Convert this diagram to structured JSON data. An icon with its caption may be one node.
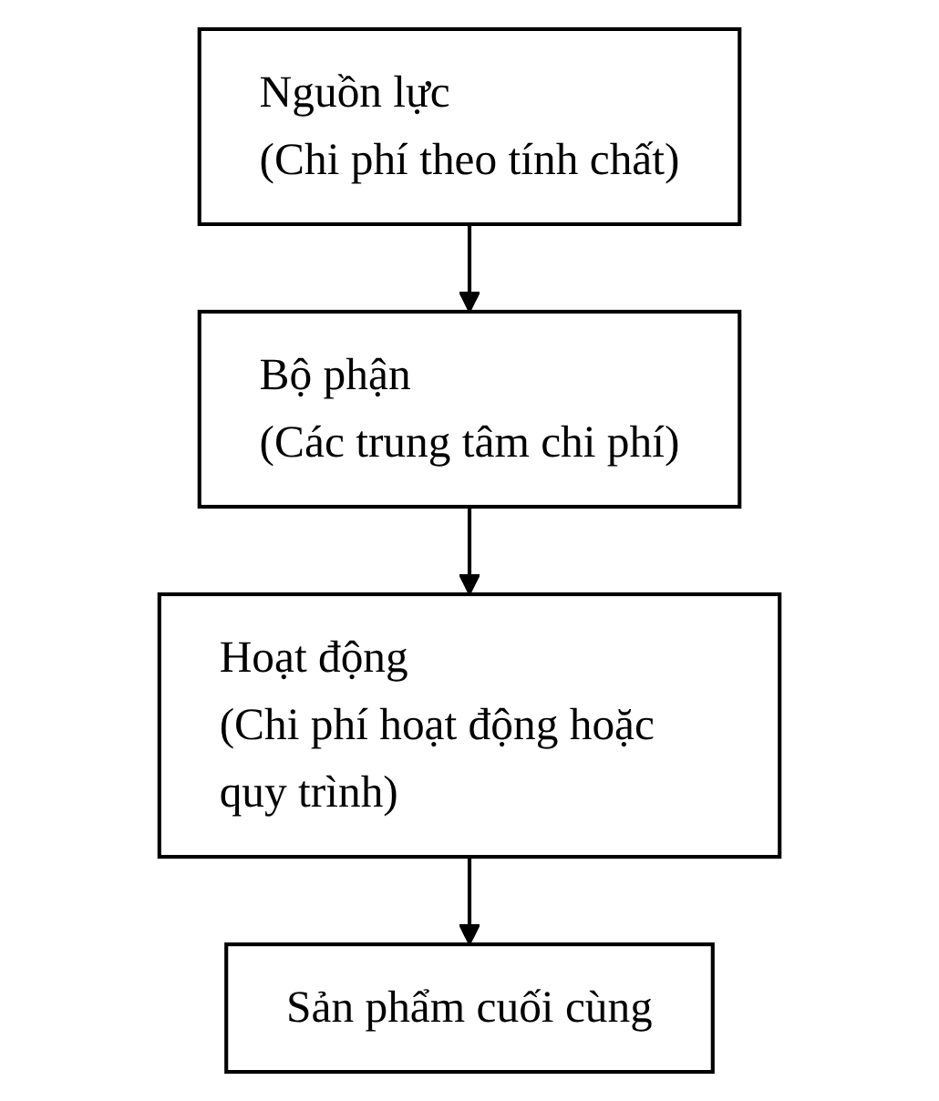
{
  "diagram": {
    "nodes": [
      {
        "text": [
          "Nguồn lực",
          "(Chi phí theo tính chất)"
        ]
      },
      {
        "text": [
          "Bộ phận",
          "(Các trung tâm chi phí)"
        ]
      },
      {
        "text": [
          "Hoạt động",
          "(Chi phí hoạt động hoặc quy trình)"
        ]
      },
      {
        "text": [
          "Sản phẩm cuối cùng"
        ]
      }
    ],
    "edges": [
      {
        "from": 0,
        "to": 1,
        "arrow": "to"
      },
      {
        "from": 1,
        "to": 2,
        "arrow": "to"
      },
      {
        "from": 2,
        "to": 3,
        "arrow": "to"
      }
    ]
  }
}
